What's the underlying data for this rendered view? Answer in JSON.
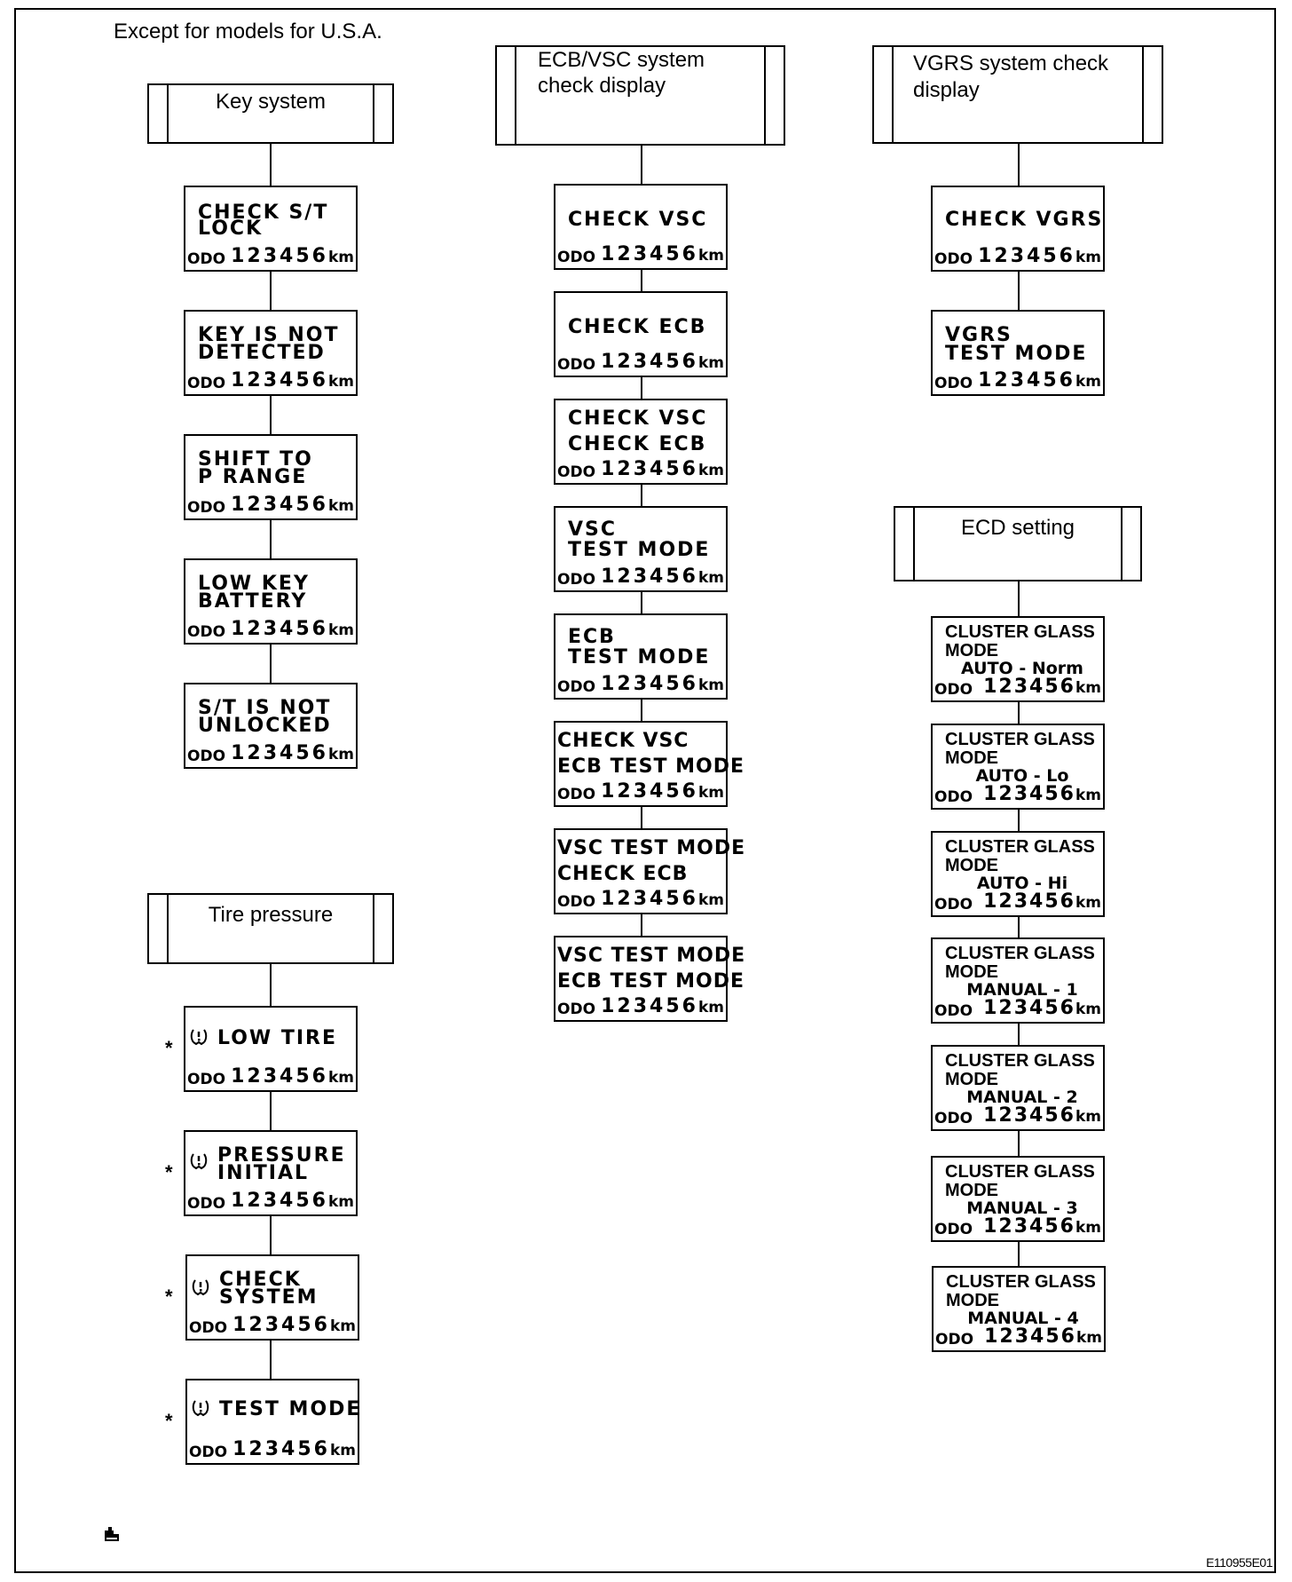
{
  "note": "Except for models for U.S.A.",
  "odo_label": "ODO",
  "odo_value": "123456",
  "odo_unit": "km",
  "figure_code": "E110955E01",
  "sections": {
    "key": {
      "title": "Key system",
      "displays": [
        {
          "l1": "CHECK  S/T",
          "l2": "LOCK"
        },
        {
          "l1": "KEY  IS  NOT",
          "l2": "DETECTED"
        },
        {
          "l1": "SHIFT  TO",
          "l2": "P  RANGE"
        },
        {
          "l1": "LOW KEY",
          "l2": "BATTERY"
        },
        {
          "l1": "S/T  IS  NOT",
          "l2": "UNLOCKED"
        }
      ]
    },
    "tire": {
      "title": "Tire pressure",
      "star": "*",
      "displays": [
        {
          "l1": "LOW  TIRE"
        },
        {
          "l1": "PRESSURE",
          "l2": "INITIAL"
        },
        {
          "l1": "CHECK",
          "l2": "SYSTEM"
        },
        {
          "l1": "TEST  MODE"
        }
      ]
    },
    "ecb": {
      "title_l1": "ECB/VSC system",
      "title_l2": "check display",
      "displays": [
        {
          "l1": "CHECK  VSC"
        },
        {
          "l1": "CHECK  ECB"
        },
        {
          "l1": "CHECK  VSC",
          "l2": "CHECK  ECB"
        },
        {
          "l1": "VSC",
          "l2": "TEST  MODE"
        },
        {
          "l1": "ECB",
          "l2": "TEST  MODE"
        },
        {
          "l1": "CHECK  VSC",
          "l2": "ECB  TEST  MODE"
        },
        {
          "l1": "VSC  TEST  MODE",
          "l2": "CHECK  ECB"
        },
        {
          "l1": "VSC  TEST  MODE",
          "l2": "ECB  TEST  MODE"
        }
      ]
    },
    "vgrs": {
      "title_l1": "VGRS system check",
      "title_l2": "display",
      "displays": [
        {
          "l1": "CHECK  VGRS"
        },
        {
          "l1": "VGRS",
          "l2": "TEST  MODE"
        }
      ]
    },
    "ecd": {
      "title": "ECD setting",
      "displays": [
        {
          "l1": "CLUSTER GLASS",
          "l2": "MODE",
          "l3": "AUTO - Norm"
        },
        {
          "l1": "CLUSTER GLASS",
          "l2": "MODE",
          "l3": "AUTO - Lo"
        },
        {
          "l1": "CLUSTER GLASS",
          "l2": "MODE",
          "l3": "AUTO - Hi"
        },
        {
          "l1": "CLUSTER GLASS",
          "l2": "MODE",
          "l3": "MANUAL - 1"
        },
        {
          "l1": "CLUSTER GLASS",
          "l2": "MODE",
          "l3": "MANUAL - 2"
        },
        {
          "l1": "CLUSTER GLASS",
          "l2": "MODE",
          "l3": "MANUAL - 3"
        },
        {
          "l1": "CLUSTER GLASS",
          "l2": "MODE",
          "l3": "MANUAL - 4"
        }
      ]
    }
  }
}
